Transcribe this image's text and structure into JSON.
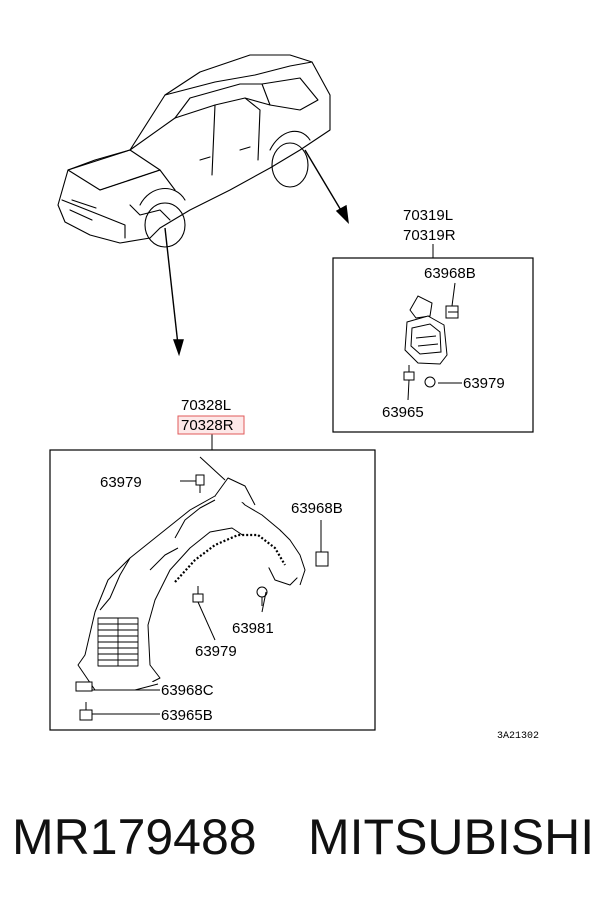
{
  "top_assembly": {
    "label_left": "70319L",
    "label_right": "70319R",
    "parts": [
      "63968B",
      "63979",
      "63965"
    ]
  },
  "main_assembly": {
    "label_left": "70328L",
    "label_right_highlighted": "70328R",
    "parts": [
      "63979",
      "63968B",
      "63981",
      "63979",
      "63968C",
      "63965B"
    ]
  },
  "diagram_code": "3A21302",
  "footer": {
    "part_number": "MR179488",
    "brand": "MITSUBISHI"
  },
  "colors": {
    "highlight": "#e05a5a",
    "highlight_fill": "#fde8e8"
  }
}
